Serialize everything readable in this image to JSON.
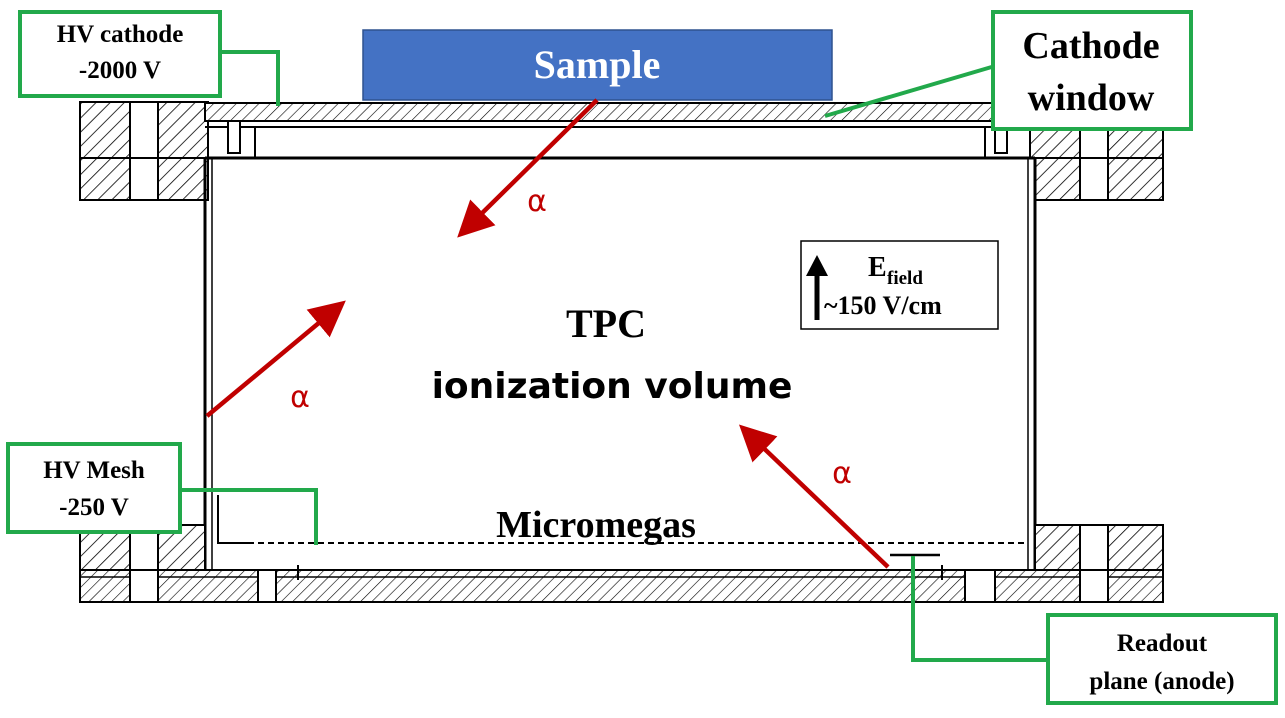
{
  "labels": {
    "sample": "Sample",
    "hv_cathode": [
      "HV cathode",
      "-2000 V"
    ],
    "cathode_window": [
      "Cathode",
      "window"
    ],
    "tpc": "TPC",
    "ionization_volume": "ionization volume",
    "efield_symbol": "E",
    "efield_subscript": "field",
    "efield_value": "~150 V/cm",
    "alpha": "α",
    "hv_mesh": [
      "HV Mesh",
      "-250 V"
    ],
    "micromegas": "Micromegas",
    "readout_plane": [
      "Readout",
      "plane (anode)"
    ]
  },
  "colors": {
    "sample_fill": "#4472C4",
    "sample_text": "#ffffff",
    "callout_green": "#22A94B",
    "alpha_red": "#C00000",
    "outline": "#000000"
  }
}
